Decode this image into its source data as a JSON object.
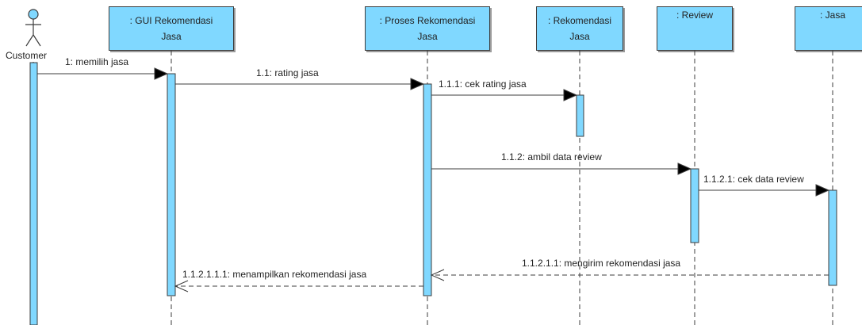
{
  "actor": {
    "name": "Customer"
  },
  "lifelines": [
    {
      "label": ": GUI Rekomendasi Jasa"
    },
    {
      "label": ": Proses Rekomendasi Jasa"
    },
    {
      "label": ": Rekomendasi Jasa"
    },
    {
      "label": ": Review"
    },
    {
      "label": ": Jasa"
    }
  ],
  "messages": [
    {
      "label": "1: memilih jasa"
    },
    {
      "label": "1.1: rating jasa"
    },
    {
      "label": "1.1.1: cek rating jasa"
    },
    {
      "label": "1.1.2: ambil data review"
    },
    {
      "label": "1.1.2.1: cek data review"
    },
    {
      "label": "1.1.2.1.1: mengirim rekomendasi jasa"
    },
    {
      "label": "1.1.2.1.1.1: menampilkan rekomendasi jasa"
    }
  ],
  "colors": {
    "box": "#80d8ff",
    "line": "#3c3c3c"
  }
}
